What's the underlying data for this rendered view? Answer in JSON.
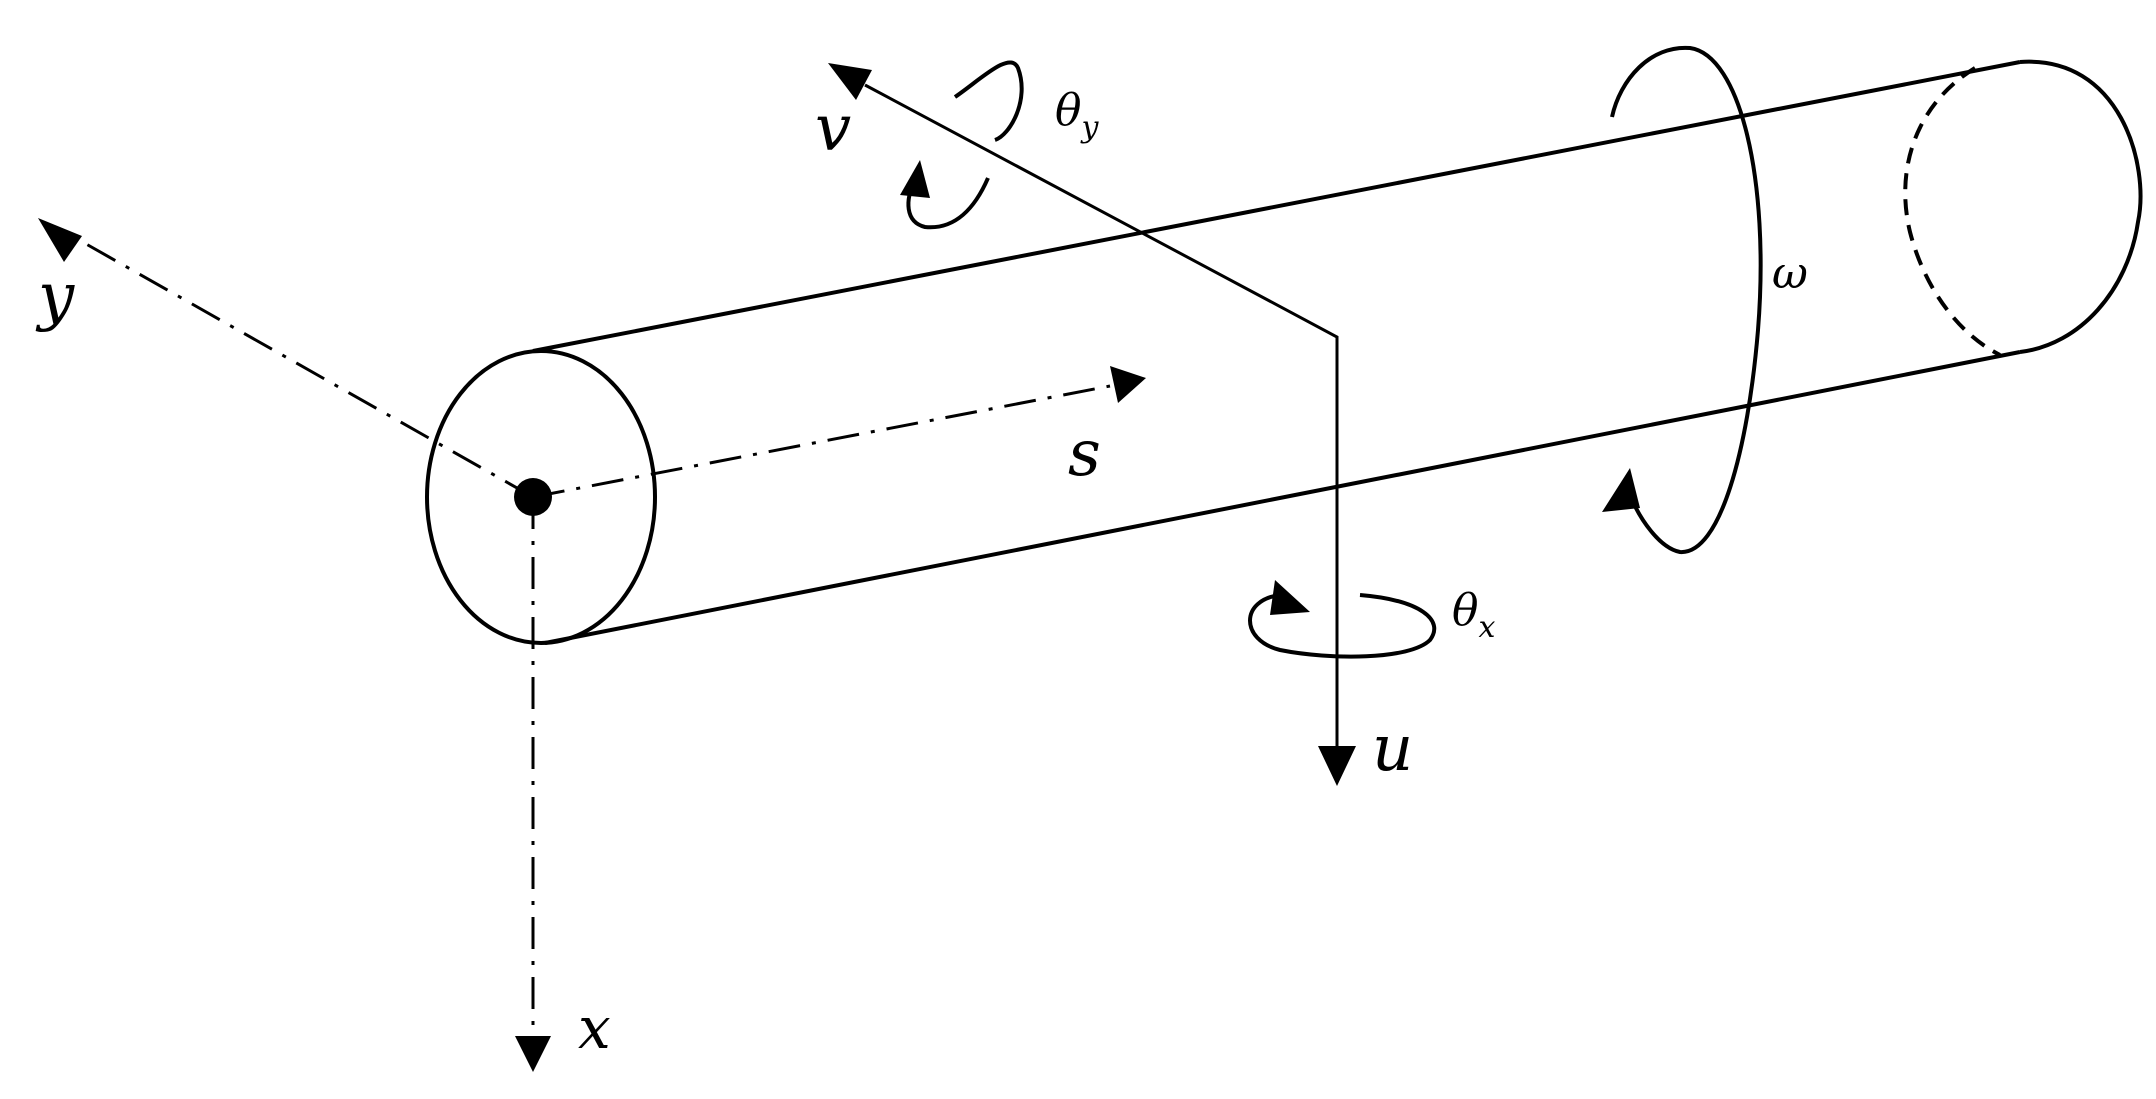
{
  "labels": {
    "y_axis": "y",
    "x_axis": "x",
    "s_axis": "s",
    "v_axis": "v",
    "u_axis": "u",
    "theta_y": {
      "base": "θ",
      "sub": "y"
    },
    "theta_x": {
      "base": "θ",
      "sub": "x"
    },
    "omega": "ω"
  }
}
